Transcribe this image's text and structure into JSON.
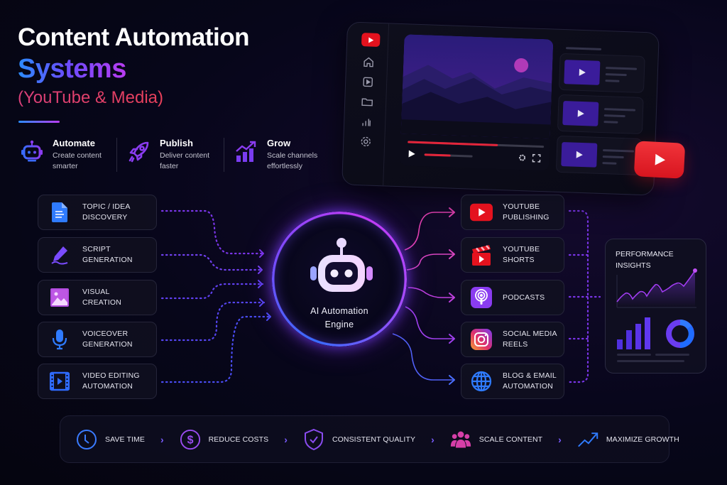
{
  "header": {
    "title_line1": "Content Automation",
    "title_line2": "Systems",
    "title_line3": "(YouTube & Media)",
    "features": [
      {
        "icon": "robot-icon",
        "title": "Automate",
        "desc": "Create content smarter"
      },
      {
        "icon": "rocket-icon",
        "title": "Publish",
        "desc": "Deliver content faster"
      },
      {
        "icon": "growth-chart-icon",
        "title": "Grow",
        "desc": "Scale channels effortlessly"
      }
    ]
  },
  "inputs": [
    {
      "icon": "document-icon",
      "label_1": "Topic / Idea",
      "label_2": "Discovery",
      "color": "#2f7bff"
    },
    {
      "icon": "pen-icon",
      "label_1": "Script",
      "label_2": "Generation",
      "color": "#7a4bff"
    },
    {
      "icon": "image-icon",
      "label_1": "Visual",
      "label_2": "Creation",
      "color": "#b34ce0"
    },
    {
      "icon": "microphone-icon",
      "label_1": "Voiceover",
      "label_2": "Generation",
      "color": "#2f7bff"
    },
    {
      "icon": "film-icon",
      "label_1": "Video Editing",
      "label_2": "Automation",
      "color": "#2f6bff"
    }
  ],
  "engine": {
    "label_1": "AI Automation",
    "label_2": "Engine",
    "icon": "robot-icon"
  },
  "outputs": [
    {
      "icon": "youtube-icon",
      "label_1": "YouTube",
      "label_2": "Publishing",
      "color": "#e4121e"
    },
    {
      "icon": "youtube-shorts-icon",
      "label_1": "YouTube",
      "label_2": "Shorts",
      "color": "#e4121e"
    },
    {
      "icon": "podcast-icon",
      "label_1": "Podcasts",
      "label_2": "",
      "color": "#8a3cf0"
    },
    {
      "icon": "instagram-icon",
      "label_1": "Social Media",
      "label_2": "Reels",
      "color": "#d6307a"
    },
    {
      "icon": "globe-icon",
      "label_1": "Blog & Email",
      "label_2": "Automation",
      "color": "#2f7bff"
    }
  ],
  "insights": {
    "title_1": "Performance",
    "title_2": "Insights"
  },
  "benefits": [
    {
      "icon": "clock-icon",
      "label": "Save Time",
      "color": "#3a7bff"
    },
    {
      "icon": "dollar-icon",
      "label": "Reduce Costs",
      "color": "#9a4cf0"
    },
    {
      "icon": "shield-check-icon",
      "label": "Consistent Quality",
      "color": "#8a4cf0"
    },
    {
      "icon": "users-icon",
      "label": "Scale Content",
      "color": "#d63fa8"
    },
    {
      "icon": "trend-up-icon",
      "label": "Maximize Growth",
      "color": "#2f7bff"
    }
  ],
  "colors": {
    "background": "#07061a",
    "accent_blue": "#2b8cff",
    "accent_purple": "#8a3cf0",
    "accent_pink": "#d9407a",
    "youtube_red": "#e4121e"
  }
}
